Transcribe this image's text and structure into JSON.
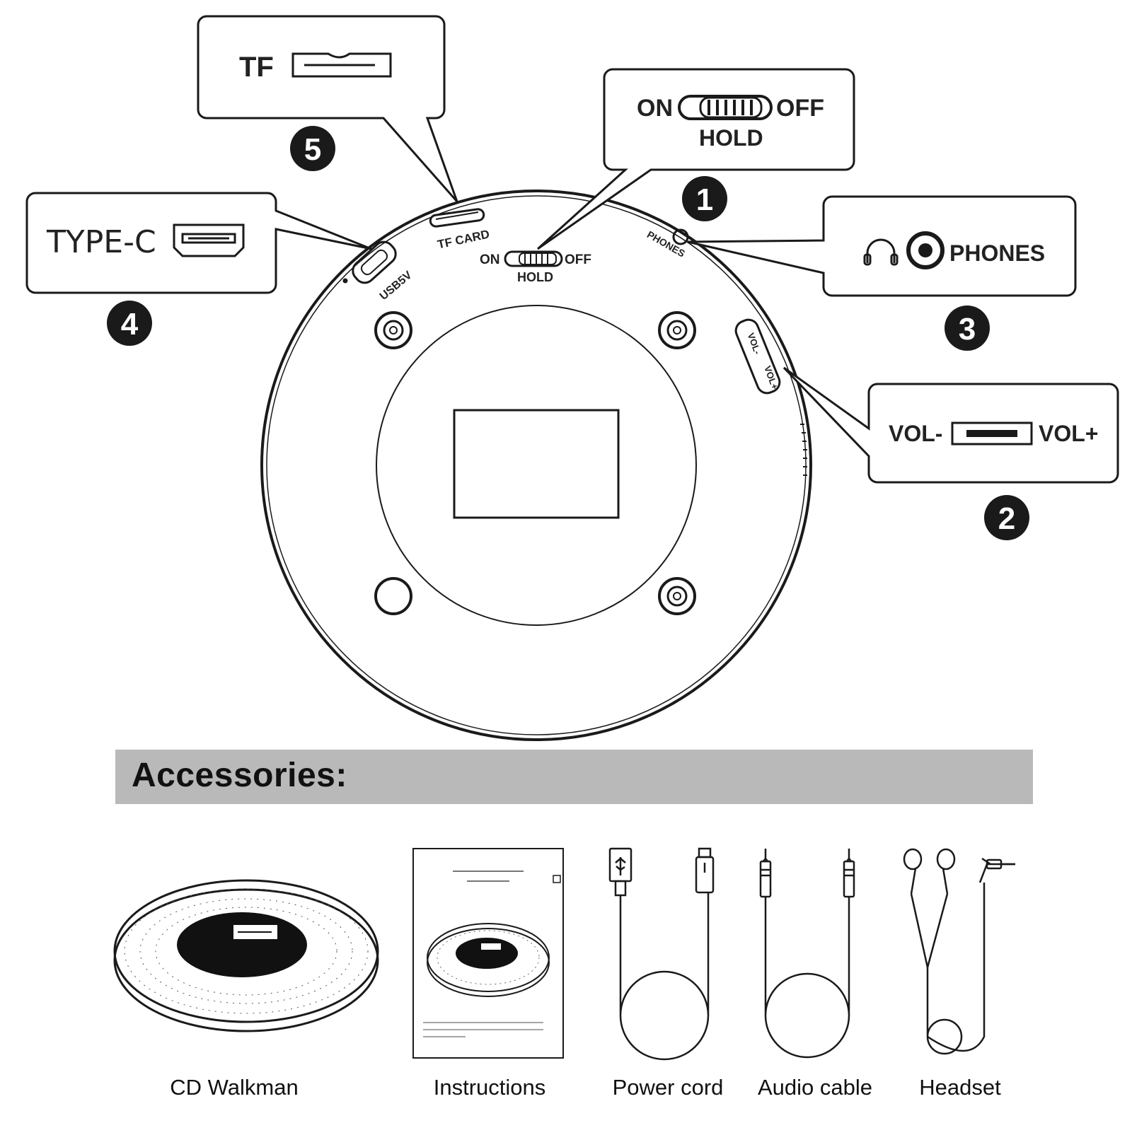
{
  "device": {
    "tf_card_label": "TF CARD",
    "usb_label": "USB5V",
    "switch_on": "ON",
    "switch_off": "OFF",
    "switch_hold": "HOLD",
    "phones_label": "PHONES",
    "vol_minus": "VOL-",
    "vol_plus": "VOL+"
  },
  "callouts": [
    {
      "number": "1",
      "on": "ON",
      "off": "OFF",
      "hold": "HOLD"
    },
    {
      "number": "2",
      "vol_minus": "VOL-",
      "vol_plus": "VOL+"
    },
    {
      "number": "3",
      "phones": "PHONES",
      "icon": "headphones-icon"
    },
    {
      "number": "4",
      "label": "TYPE-C",
      "icon": "usb-port-icon"
    },
    {
      "number": "5",
      "label": "TF",
      "icon": "tf-slot-icon"
    }
  ],
  "accessories": {
    "title": "Accessories:",
    "items": [
      {
        "caption": "CD Walkman",
        "icon": "cd-player-icon"
      },
      {
        "caption": "Instructions",
        "icon": "manual-icon"
      },
      {
        "caption": "Power cord",
        "icon": "usb-cable-icon"
      },
      {
        "caption": "Audio cable",
        "icon": "aux-cable-icon"
      },
      {
        "caption": "Headset",
        "icon": "earphones-icon"
      }
    ]
  },
  "colors": {
    "line": "#1a1a1a",
    "badge": "#1a1a1a",
    "bar": "#b9b9b9"
  }
}
